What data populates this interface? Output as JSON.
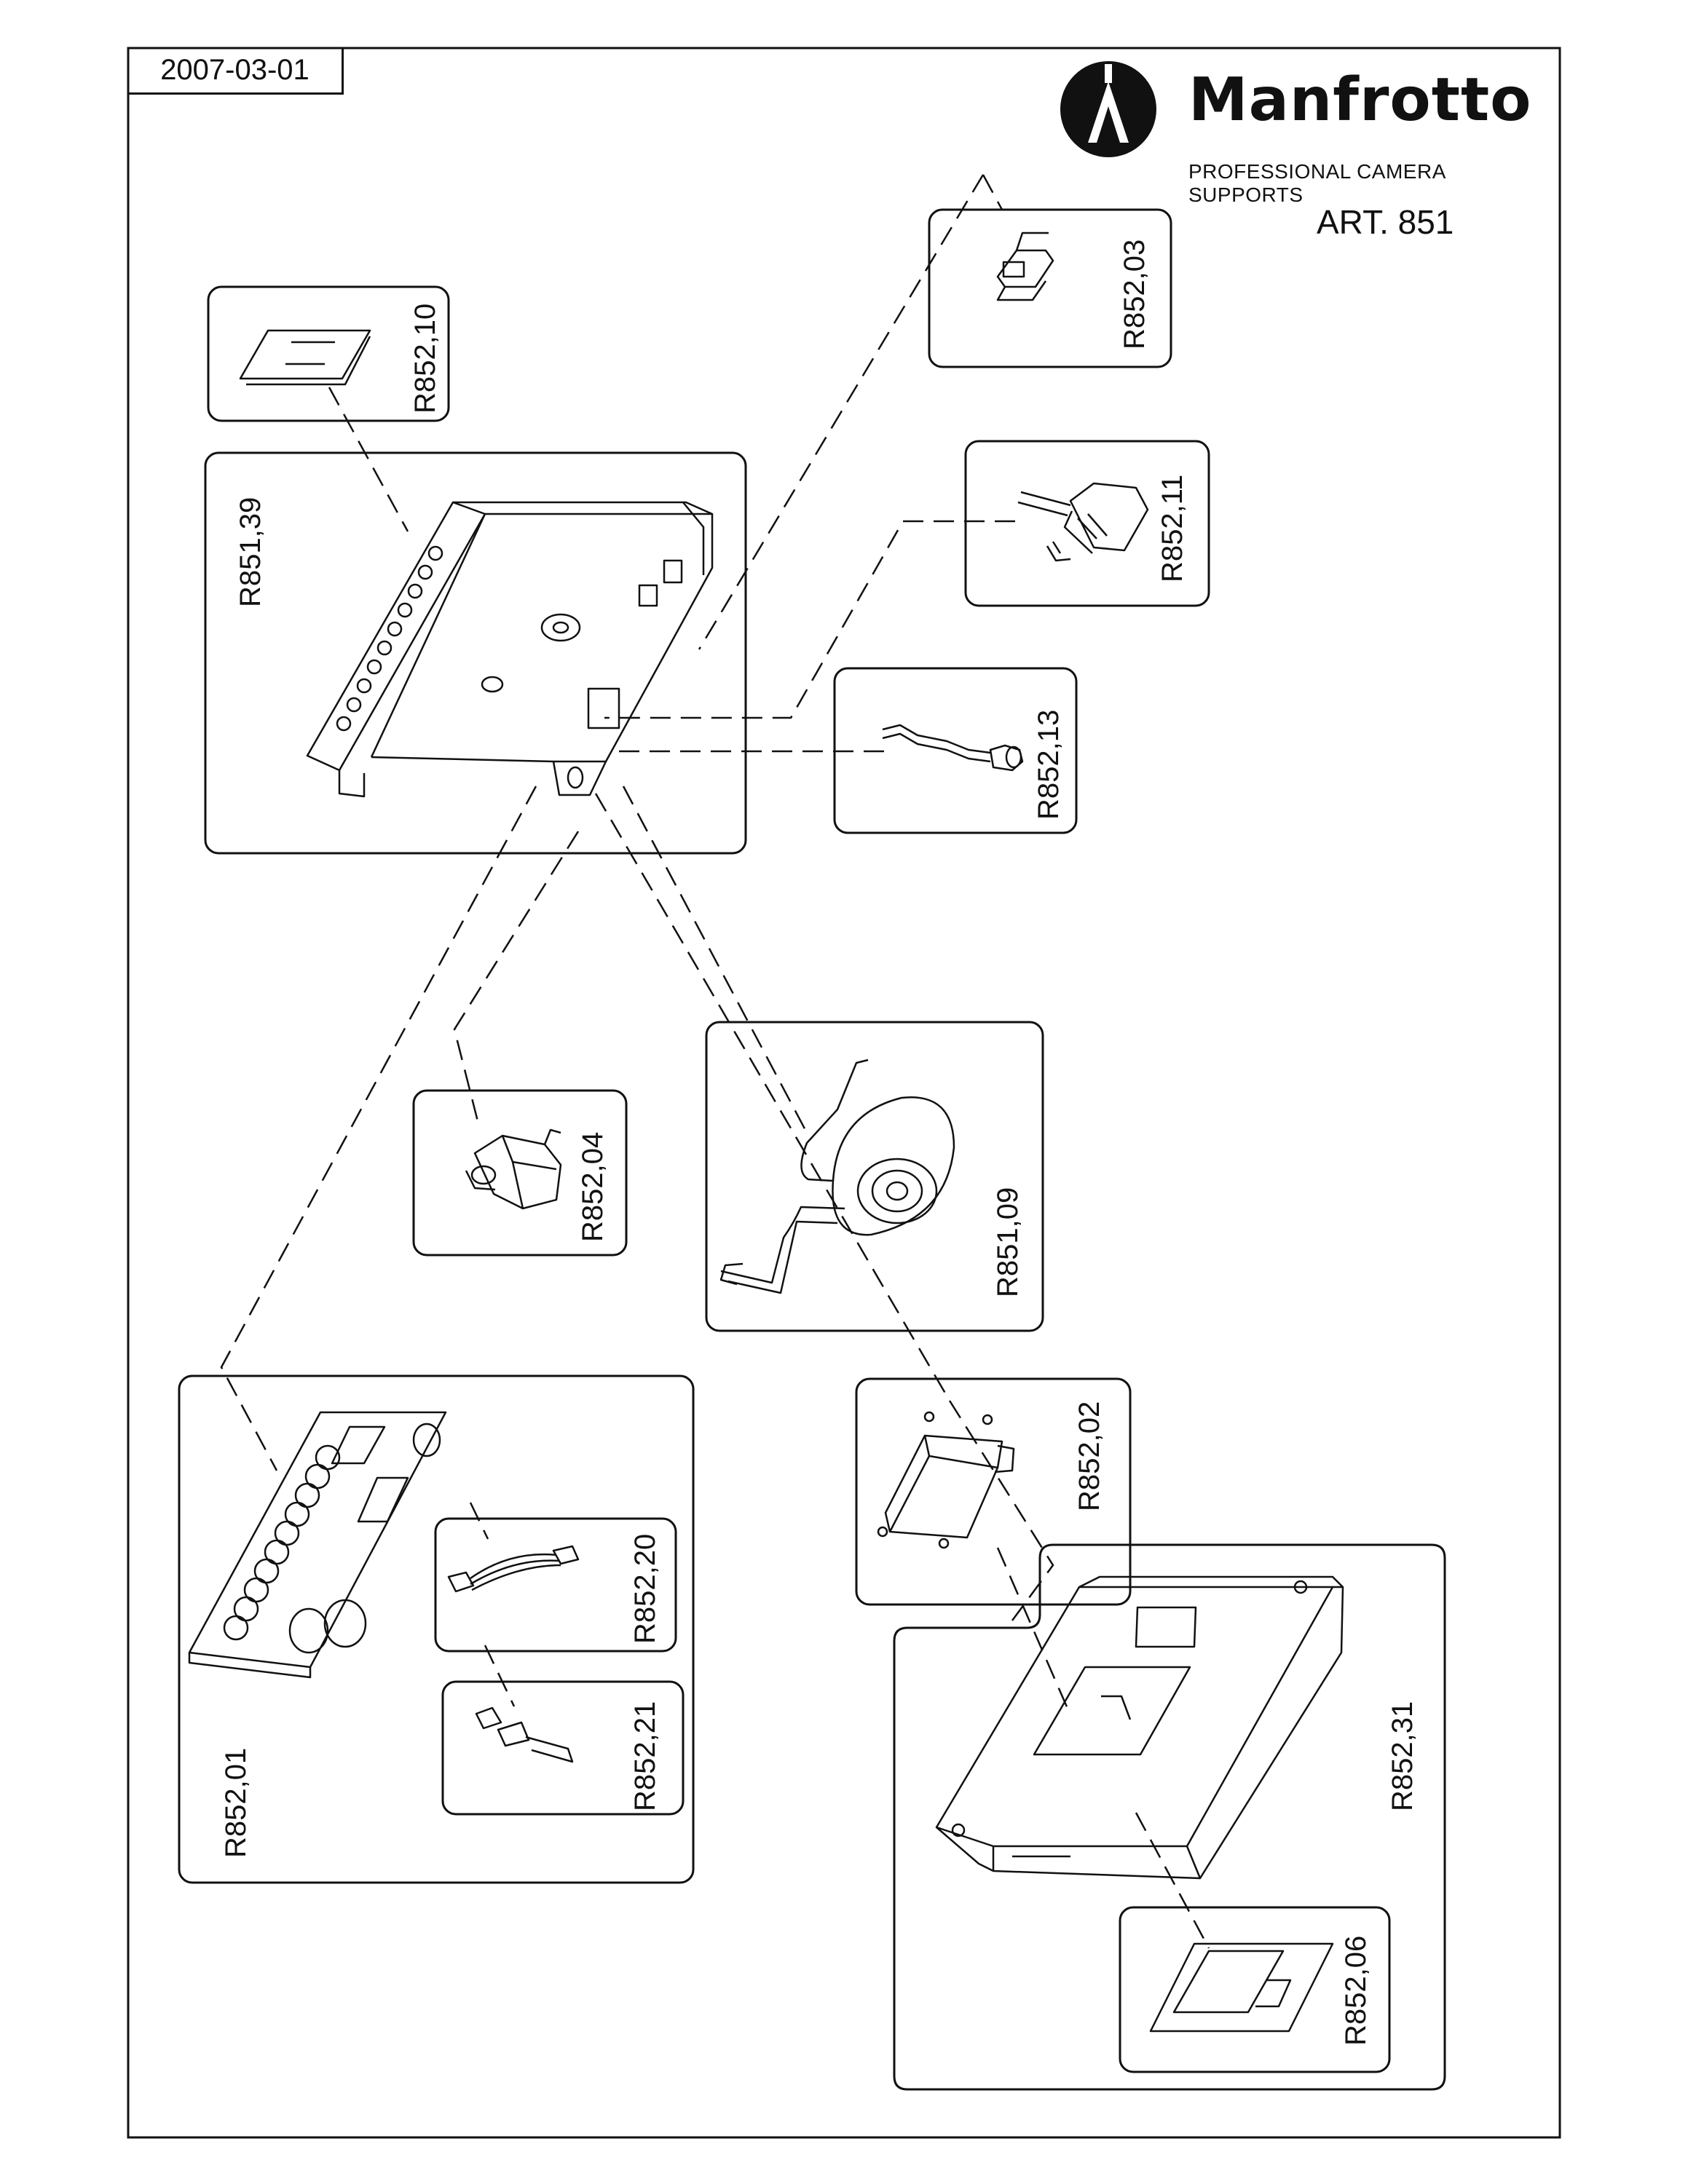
{
  "header": {
    "date": "2007-03-01",
    "brand_name": "Manfrotto",
    "brand_tagline": "PROFESSIONAL CAMERA SUPPORTS",
    "article": "ART. 851"
  },
  "parts": {
    "r852_10": "R852,10",
    "r852_03": "R852,03",
    "r851_39": "R851,39",
    "r852_11": "R852,11",
    "r852_13": "R852,13",
    "r852_04": "R852,04",
    "r851_09": "R851,09",
    "r852_01": "R852,01",
    "r852_20": "R852,20",
    "r852_21": "R852,21",
    "r852_02": "R852,02",
    "r852_31": "R852,31",
    "r852_06": "R852,06"
  },
  "colors": {
    "line": "#111111",
    "background": "#ffffff"
  },
  "icons": [
    "tripod-logo-icon"
  ]
}
